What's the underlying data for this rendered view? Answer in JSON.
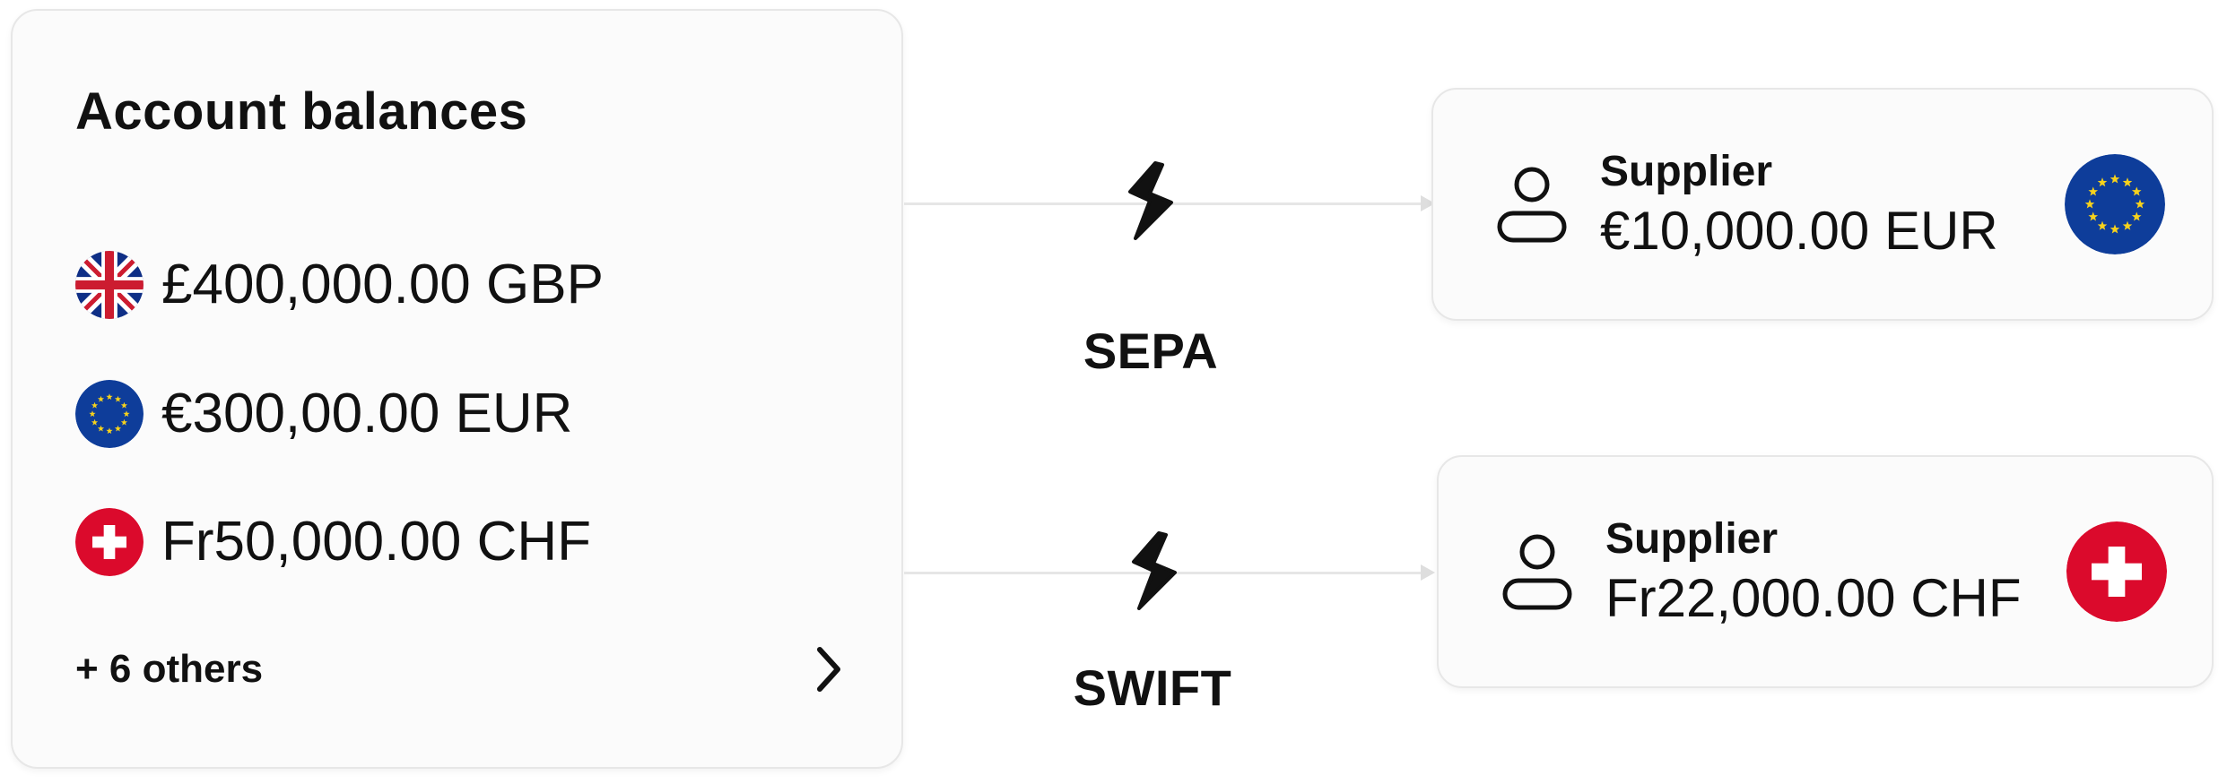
{
  "balances_card": {
    "title": "Account balances",
    "balances": [
      {
        "flag": "uk-flag-icon",
        "amount": "£400,000.00 GBP"
      },
      {
        "flag": "eu-flag-icon",
        "amount": "€300,00.00 EUR"
      },
      {
        "flag": "swiss-flag-icon",
        "amount": "Fr50,000.00 CHF"
      }
    ],
    "others_label": "+ 6 others",
    "others_icon": "chevron-right-icon"
  },
  "transfers": [
    {
      "rail_label": "SEPA",
      "rail_icon": "lightning-bolt-icon",
      "recipient": {
        "icon": "person-icon",
        "name": "Supplier",
        "amount": "€10,000.00 EUR",
        "flag": "eu-flag-icon"
      }
    },
    {
      "rail_label": "SWIFT",
      "rail_icon": "lightning-bolt-icon",
      "recipient": {
        "icon": "person-icon",
        "name": "Supplier",
        "amount": "Fr22,000.00 CHF",
        "flag": "swiss-flag-icon"
      }
    }
  ],
  "colors": {
    "eu_blue": "#0e3d9a",
    "eu_star": "#f7d21c",
    "swiss_red": "#db0a2c",
    "uk_blue": "#0f2f86",
    "uk_red": "#cc1c30",
    "card_bg": "#fbfbfb",
    "card_border": "#e7e7e7",
    "connector": "#e6e6e6",
    "text": "#111111"
  }
}
